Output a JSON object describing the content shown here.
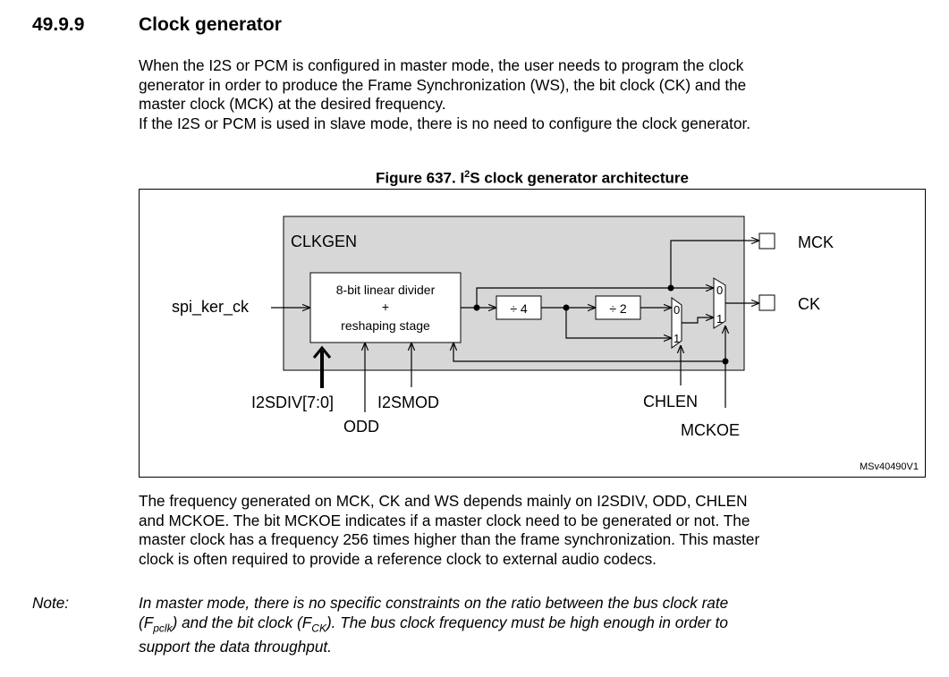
{
  "section": {
    "number": "49.9.9",
    "title": "Clock generator"
  },
  "intro": {
    "line1": "When the I2S or PCM is configured in master mode, the user needs to program the clock",
    "line2": "generator in order to produce the Frame Synchronization (WS), the bit clock (CK) and the",
    "line3": "master clock (MCK) at the desired frequency.",
    "line4": "If the I2S or PCM is used in slave mode, there is no need to configure the clock generator."
  },
  "figure": {
    "caption_pre": "Figure 637. I",
    "caption_sup": "2",
    "caption_post": "S clock generator architecture",
    "labels": {
      "clkgen": "CLKGEN",
      "divider_line1": "8-bit linear divider",
      "divider_line2": "+",
      "divider_line3": "reshaping stage",
      "div4": "÷ 4",
      "div2": "÷ 2",
      "spi_ker_ck": "spi_ker_ck",
      "i2sdiv": "I2SDIV[7:0]",
      "odd": "ODD",
      "i2smod": "I2SMOD",
      "chlen": "CHLEN",
      "mckoe": "MCKOE",
      "mck": "MCK",
      "ck": "CK",
      "mux_0": "0",
      "mux_1": "1",
      "ref": "MSv40490V1"
    }
  },
  "after": {
    "line1": "The frequency generated on MCK, CK and WS depends mainly on I2SDIV, ODD, CHLEN",
    "line2": "and MCKOE. The bit MCKOE indicates if a master clock need to be generated or not. The",
    "line3": "master clock has a frequency 256 times higher than the frame synchronization. This master",
    "line4": "clock is often required to provide a reference clock to external audio codecs."
  },
  "note": {
    "label": "Note:",
    "l1": "In master mode, there is no specific constraints on the ratio between the bus clock rate",
    "l2_a": "(F",
    "l2_sub1": "pclk",
    "l2_b": ") and the bit clock (F",
    "l2_sub2": "CK",
    "l2_c": "). The bus clock frequency must be high enough in order to",
    "l3": "support the data throughput."
  }
}
